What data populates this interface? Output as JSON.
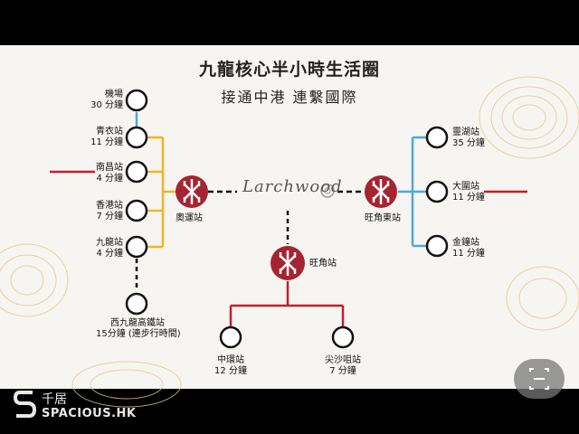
{
  "title": "九龍核心半小時生活圈",
  "subtitle": "接通中港 連繫國際",
  "brand": "Larchwood",
  "hubs": {
    "olympic": "奧運站",
    "mong_kok": "旺角站",
    "mong_kok_east": "旺角東站"
  },
  "olympic_branch": [
    {
      "name": "機場",
      "time": "30 分鐘"
    },
    {
      "name": "青衣站",
      "time": "11 分鐘"
    },
    {
      "name": "南昌站",
      "time": "4 分鐘"
    },
    {
      "name": "香港站",
      "time": "7 分鐘"
    },
    {
      "name": "九龍站",
      "time": "4 分鐘"
    },
    {
      "name": "西九龍高鐵站",
      "time": "15分鐘 (連步行時間)"
    }
  ],
  "east_branch": [
    {
      "name": "靈湖站",
      "time": "35 分鐘"
    },
    {
      "name": "大圍站",
      "time": "11 分鐘"
    },
    {
      "name": "金鐘站",
      "time": "11 分鐘"
    }
  ],
  "south_branch": [
    {
      "name": "中環站",
      "time": "12 分鐘"
    },
    {
      "name": "尖沙咀站",
      "time": "7 分鐘"
    }
  ],
  "colors": {
    "yellow_line": "#f0b429",
    "blue_line": "#4ea8d8",
    "red_line": "#c41e2a",
    "mtr_red": "#a52431"
  },
  "watermark": {
    "cn": "千居",
    "en": "SPACIOUS.HK"
  }
}
